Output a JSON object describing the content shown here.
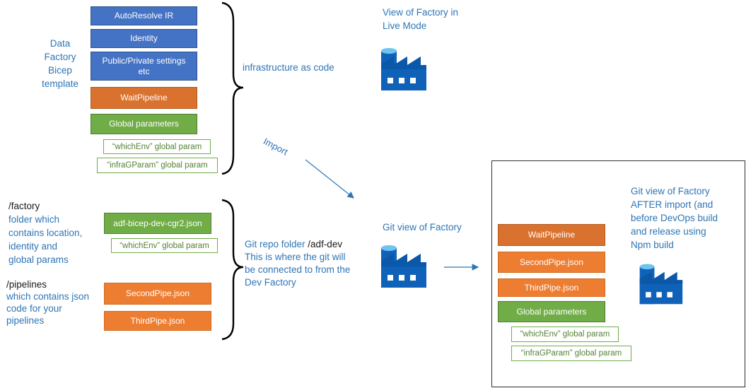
{
  "left_template": {
    "caption": [
      "Data",
      "Factory",
      "Bicep",
      "template"
    ],
    "boxes": [
      "AutoResolve IR",
      "Identity",
      "Public/Private settings etc",
      "WaitPipeline",
      "Global parameters"
    ],
    "params": [
      "“whichEnv” global param",
      "“infraGParam” global param"
    ]
  },
  "infra_label": "infrastructure as code",
  "live_view": {
    "title_line1": "View of Factory in",
    "title_line2": "Live Mode",
    "icon": "data-factory-icon"
  },
  "import_label": "Import",
  "factory_folder": {
    "heading": "/factory",
    "desc": [
      "folder which",
      "contains location,",
      "identity and",
      "global params"
    ],
    "box": "adf-bicep-dev-cgr2.json",
    "param": "“whichEnv” global param"
  },
  "pipelines_folder": {
    "heading": "/pipelines",
    "desc": [
      "which contains json",
      "code for your",
      "pipelines"
    ],
    "boxes": [
      "SecondPipe.json",
      "ThirdPipe.json"
    ]
  },
  "git_repo": {
    "line1_prefix": "Git repo folder ",
    "line1_path": "/adf-dev",
    "lines": [
      "This is where the git will",
      "be connected to from the",
      "Dev Factory"
    ]
  },
  "git_view": {
    "title": "Git view of Factory",
    "icon": "data-factory-icon"
  },
  "after_import": {
    "boxes": [
      "WaitPipeline",
      "SecondPipe.json",
      "ThirdPipe.json",
      "Global parameters"
    ],
    "params": [
      "“whichEnv” global param",
      "“infraGParam” global param"
    ],
    "title": [
      "Git view of Factory",
      "AFTER import (and",
      "before DevOps build",
      "and release using",
      "Npm build"
    ],
    "icon": "data-factory-icon"
  },
  "colors": {
    "blue": "#4472c4",
    "orange": "#ed7d31",
    "green": "#70ad47",
    "text_blue": "#2e75b6"
  }
}
